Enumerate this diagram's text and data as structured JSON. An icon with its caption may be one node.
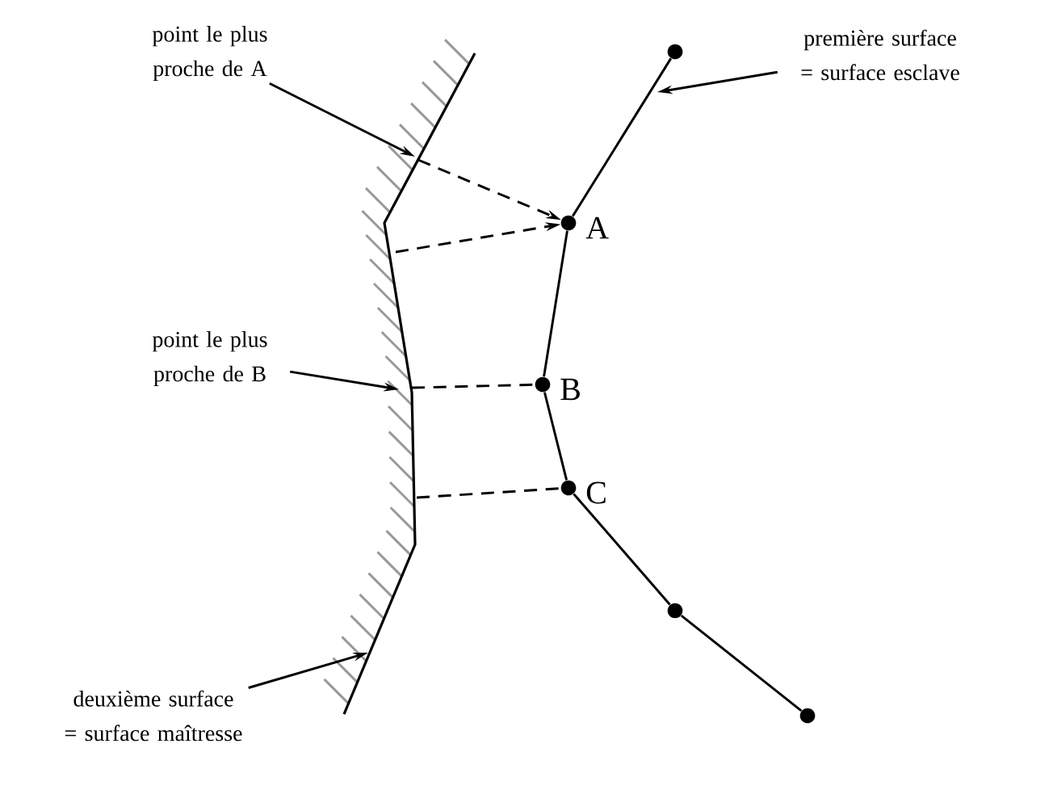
{
  "diagram": {
    "nodes": [
      {
        "text": [
          "point le plus proche de A"
        ]
      },
      {
        "text": [
          "première surface = surface esclave"
        ]
      },
      {
        "text": [],
        "shape": "circle"
      },
      {
        "text": [],
        "shape": "circle",
        "beside": [
          "A"
        ]
      },
      {
        "text": [
          "point le plus proche de B"
        ]
      },
      {
        "text": [],
        "shape": "circle",
        "beside": [
          "B"
        ]
      },
      {
        "text": [],
        "shape": "circle",
        "beside": [
          "C"
        ]
      },
      {
        "text": [],
        "shape": "circle"
      },
      {
        "text": [],
        "shape": "circle"
      },
      {
        "text": [
          "deuxième surface = surface maîtresse"
        ]
      }
    ],
    "edges": [
      {
        "from": 0,
        "to": null,
        "arrow": "to"
      },
      {
        "from": 1,
        "to": null,
        "arrow": "to"
      },
      {
        "from": null,
        "to": 3,
        "arrow": "to",
        "style": "dashed"
      },
      {
        "from": null,
        "to": 3,
        "arrow": "to",
        "style": "dashed"
      },
      {
        "from": 4,
        "to": null,
        "arrow": "to"
      },
      {
        "from": null,
        "to": 5,
        "arrow": "none",
        "style": "dashed"
      },
      {
        "from": null,
        "to": 6,
        "arrow": "none",
        "style": "dashed"
      },
      {
        "from": 9,
        "to": null,
        "arrow": "to"
      },
      {
        "from": 2,
        "to": 3,
        "arrow": "none"
      },
      {
        "from": 3,
        "to": 5,
        "arrow": "none"
      },
      {
        "from": 5,
        "to": 6,
        "arrow": "none"
      },
      {
        "from": 6,
        "to": 7,
        "arrow": "none"
      },
      {
        "from": 7,
        "to": 8,
        "arrow": "none"
      }
    ]
  }
}
